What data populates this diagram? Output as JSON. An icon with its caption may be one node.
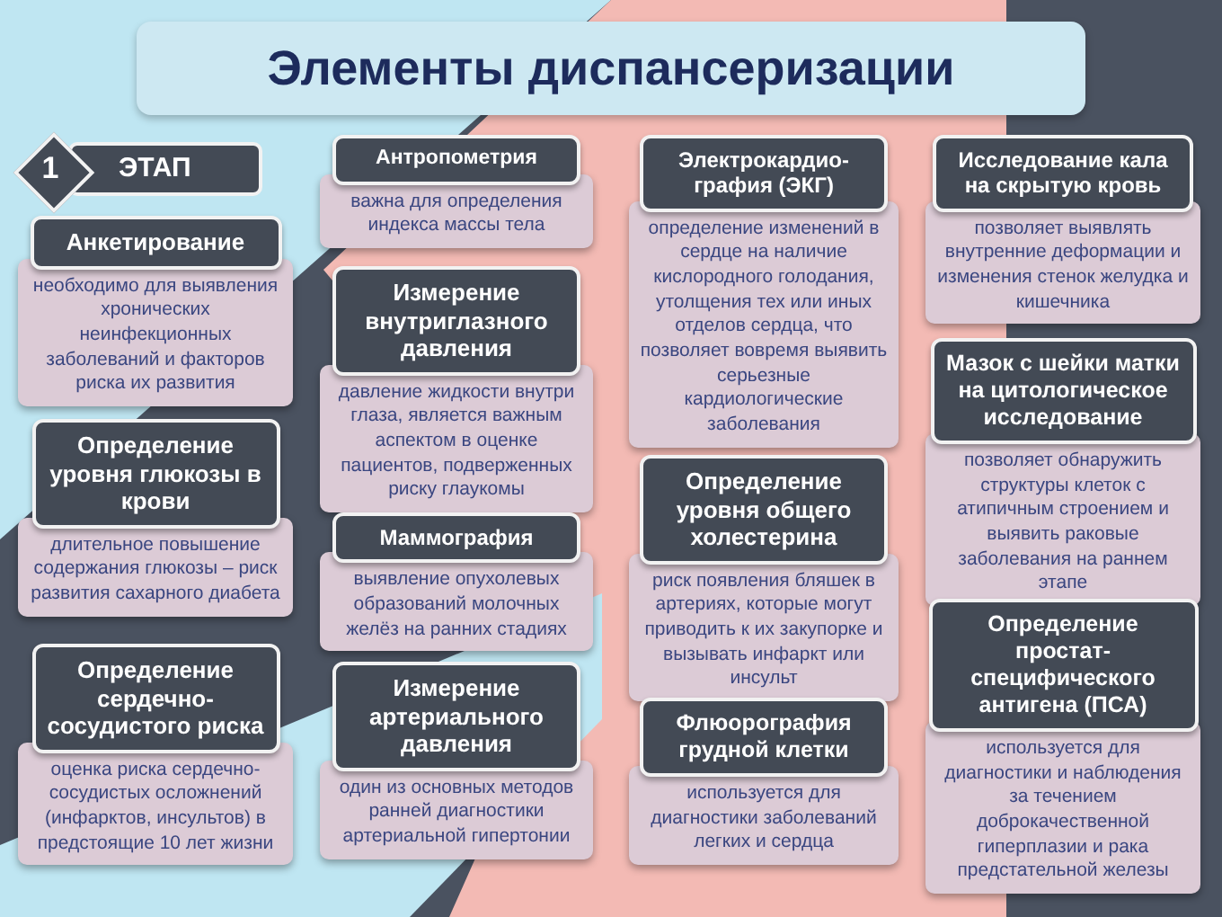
{
  "diagram": {
    "title": "Элементы диспансеризации",
    "nodes": [
      {
        "text": [
          "1",
          "ЭТАП"
        ]
      },
      {
        "text": [
          "Анкетирование",
          "необходимо для выявления хронических неинфекционных заболеваний и факторов риска их развития"
        ]
      },
      {
        "text": [
          "Определение уровня глюкозы в крови",
          "длительное повышение содержания глюкозы – риск развития сахарного диабета"
        ]
      },
      {
        "text": [
          "Определение сердечно-сосудистого риска",
          "оценка риска сердечно-сосудистых осложнений (инфарктов, инсультов) в предстоящие 10 лет жизни"
        ]
      },
      {
        "text": [
          "Антропометрия",
          "важна для определения индекса массы тела"
        ]
      },
      {
        "text": [
          "Измерение внутриглазного давления",
          "давление жидкости внутри глаза, является важным аспектом в оценке пациентов, подверженных риску глаукомы"
        ]
      },
      {
        "text": [
          "Маммография",
          "выявление опухолевых образований молочных желёз на ранних стадиях"
        ]
      },
      {
        "text": [
          "Измерение артериального давления",
          "один из основных методов ранней диагностики артериальной гипертонии"
        ]
      },
      {
        "text": [
          "Электрокардио-графия (ЭКГ)",
          "определение изменений в сердце на наличие кислородного голодания, утолщения тех или иных отделов сердца, что позволяет вовремя выявить серьезные кардиологические заболевания"
        ]
      },
      {
        "text": [
          "Определение уровня общего холестерина",
          "риск появления бляшек в артериях, которые могут приводить к их закупорке и вызывать инфаркт или инсульт"
        ]
      },
      {
        "text": [
          "Флюорография грудной клетки",
          "используется для диагностики заболеваний легких и сердца"
        ]
      },
      {
        "text": [
          "Исследование кала на скрытую кровь",
          "позволяет выявлять внутренние деформации и изменения стенок желудка и кишечника"
        ]
      },
      {
        "text": [
          "Мазок с шейки матки на цитологическое исследование",
          "позволяет обнаружить структуры клеток с атипичным строением и выявить раковые заболевания на раннем этапе"
        ]
      },
      {
        "text": [
          "Определение простат-специфического антигена (ПСА)",
          "используется для диагностики и наблюдения за течением доброкачественной гиперплазии и рака предстательной железы"
        ]
      }
    ]
  }
}
